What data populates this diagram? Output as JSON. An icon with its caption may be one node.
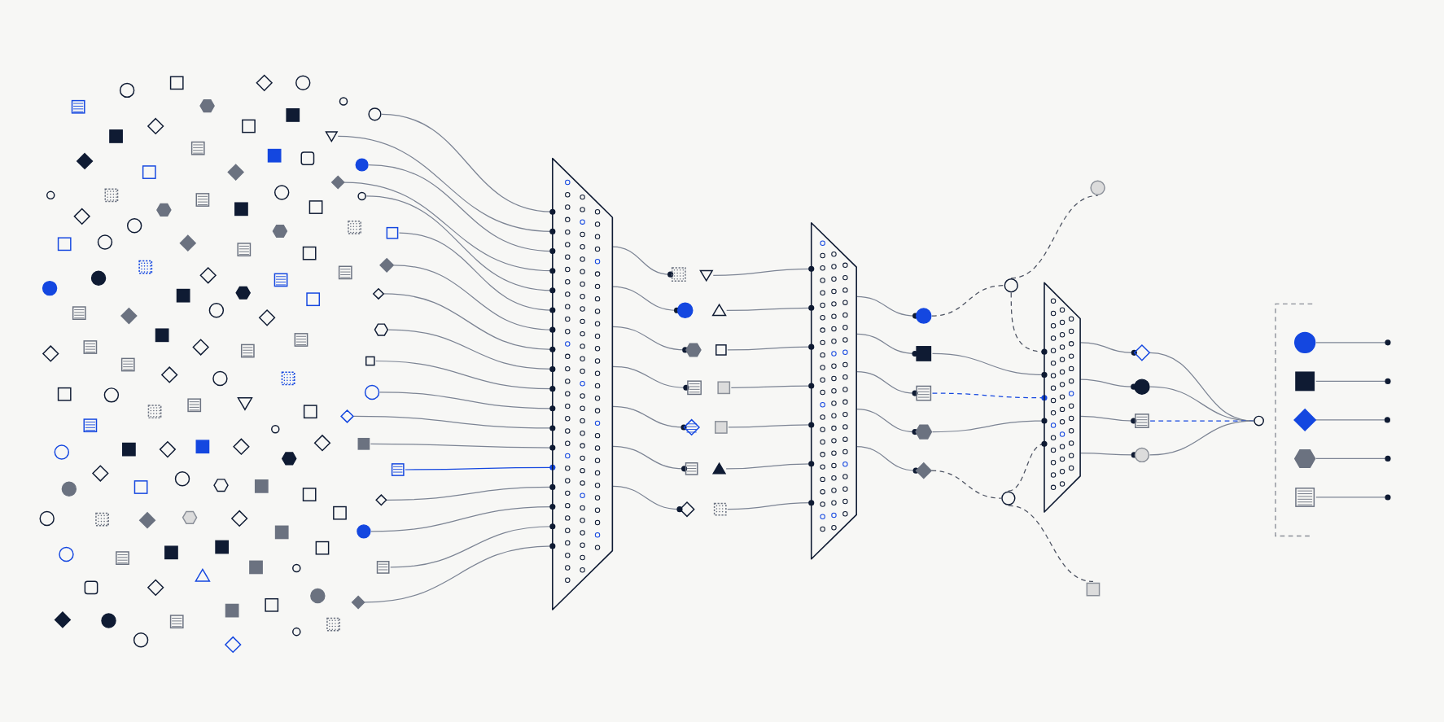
{
  "diagram": {
    "nodes": [
      {
        "text": [],
        "shape": "trapezoid"
      },
      {
        "text": [],
        "shape": "trapezoid"
      },
      {
        "text": [],
        "shape": "trapezoid"
      },
      {
        "text": [],
        "shape": "circle"
      },
      {
        "text": [],
        "shape": "triangle"
      },
      {
        "text": [],
        "shape": "circle"
      },
      {
        "text": [],
        "shape": "diamond"
      },
      {
        "text": [],
        "shape": "circle"
      },
      {
        "text": [],
        "shape": "box"
      },
      {
        "text": [],
        "shape": "diamond"
      },
      {
        "text": [],
        "shape": "diamond"
      },
      {
        "text": [],
        "shape": "hexagon"
      },
      {
        "text": [],
        "shape": "box"
      },
      {
        "text": [],
        "shape": "circle"
      },
      {
        "text": [],
        "shape": "diamond"
      },
      {
        "text": [],
        "shape": "box"
      },
      {
        "text": [],
        "shape": "box"
      },
      {
        "text": [],
        "shape": "diamond"
      },
      {
        "text": [],
        "shape": "circle"
      },
      {
        "text": [],
        "shape": "box"
      },
      {
        "text": [],
        "shape": "diamond"
      },
      {
        "text": [],
        "shape": "box"
      },
      {
        "text": [],
        "shape": "triangle"
      },
      {
        "text": [],
        "shape": "circle"
      },
      {
        "text": [],
        "shape": "triangle"
      },
      {
        "text": [],
        "shape": "hexagon"
      },
      {
        "text": [],
        "shape": "box"
      },
      {
        "text": [],
        "shape": "box"
      },
      {
        "text": [],
        "shape": "box"
      },
      {
        "text": [],
        "shape": "diamond"
      },
      {
        "text": [],
        "shape": "box"
      },
      {
        "text": [],
        "shape": "box"
      },
      {
        "text": [],
        "shape": "triangle"
      },
      {
        "text": [],
        "shape": "diamond"
      },
      {
        "text": [],
        "shape": "box"
      },
      {
        "text": [],
        "shape": "circle"
      },
      {
        "text": [],
        "shape": "box"
      },
      {
        "text": [],
        "shape": "box"
      },
      {
        "text": [],
        "shape": "hexagon"
      },
      {
        "text": [],
        "shape": "diamond"
      },
      {
        "text": [],
        "shape": "circle"
      },
      {
        "text": [],
        "shape": "circle"
      },
      {
        "text": [],
        "shape": "circle"
      },
      {
        "text": [],
        "shape": "box"
      },
      {
        "text": [],
        "shape": "diamond"
      },
      {
        "text": [],
        "shape": "circle"
      },
      {
        "text": [],
        "shape": "box"
      },
      {
        "text": [],
        "shape": "circle"
      },
      {
        "text": [],
        "shape": "circle"
      },
      {
        "text": [],
        "shape": "bracket"
      },
      {
        "text": [],
        "shape": "circle",
        "in": 49
      },
      {
        "text": [],
        "shape": "box",
        "in": 49
      },
      {
        "text": [],
        "shape": "diamond",
        "in": 49
      },
      {
        "text": [],
        "shape": "hexagon",
        "in": 49
      },
      {
        "text": [],
        "shape": "box",
        "in": 49
      }
    ],
    "edges": [
      {
        "from": 3,
        "to": 0,
        "arrow": "other"
      },
      {
        "from": 4,
        "to": 0,
        "arrow": "other"
      },
      {
        "from": 5,
        "to": 0,
        "arrow": "other"
      },
      {
        "from": 6,
        "to": 0,
        "arrow": "other"
      },
      {
        "from": 7,
        "to": 0,
        "arrow": "other"
      },
      {
        "from": 8,
        "to": 0,
        "arrow": "other"
      },
      {
        "from": 9,
        "to": 0,
        "arrow": "other"
      },
      {
        "from": 10,
        "to": 0,
        "arrow": "other"
      },
      {
        "from": 11,
        "to": 0,
        "arrow": "other"
      },
      {
        "from": 12,
        "to": 0,
        "arrow": "other"
      },
      {
        "from": 13,
        "to": 0,
        "arrow": "other"
      },
      {
        "from": 14,
        "to": 0,
        "arrow": "other"
      },
      {
        "from": 15,
        "to": 0,
        "arrow": "other"
      },
      {
        "from": 16,
        "to": 0,
        "arrow": "other",
        "color": "#1447e0"
      },
      {
        "from": 17,
        "to": 0,
        "arrow": "other"
      },
      {
        "from": 18,
        "to": 0,
        "arrow": "other"
      },
      {
        "from": 19,
        "to": 0,
        "arrow": "other"
      },
      {
        "from": 20,
        "to": 0,
        "arrow": "other"
      },
      {
        "from": 0,
        "to": 21,
        "arrow": "other"
      },
      {
        "from": 0,
        "to": 23,
        "arrow": "other"
      },
      {
        "from": 0,
        "to": 25,
        "arrow": "other"
      },
      {
        "from": 0,
        "to": 27,
        "arrow": "other"
      },
      {
        "from": 0,
        "to": 29,
        "arrow": "other"
      },
      {
        "from": 0,
        "to": 31,
        "arrow": "other"
      },
      {
        "from": 0,
        "to": 33,
        "arrow": "other"
      },
      {
        "from": 22,
        "to": 1,
        "arrow": "other"
      },
      {
        "from": 24,
        "to": 1,
        "arrow": "other"
      },
      {
        "from": 26,
        "to": 1,
        "arrow": "other"
      },
      {
        "from": 28,
        "to": 1,
        "arrow": "other"
      },
      {
        "from": 30,
        "to": 1,
        "arrow": "other"
      },
      {
        "from": 32,
        "to": 1,
        "arrow": "other"
      },
      {
        "from": 34,
        "to": 1,
        "arrow": "other"
      },
      {
        "from": 1,
        "to": 35,
        "arrow": "other"
      },
      {
        "from": 1,
        "to": 36,
        "arrow": "other"
      },
      {
        "from": 1,
        "to": 37,
        "arrow": "other"
      },
      {
        "from": 1,
        "to": 38,
        "arrow": "other"
      },
      {
        "from": 1,
        "to": 39,
        "arrow": "other"
      },
      {
        "from": 35,
        "to": 40,
        "arrow": "none",
        "style": "dashed"
      },
      {
        "from": 40,
        "to": 42,
        "arrow": "none",
        "style": "dashed"
      },
      {
        "from": 40,
        "to": 2,
        "arrow": "other",
        "style": "dashed"
      },
      {
        "from": 36,
        "to": 2,
        "arrow": "other"
      },
      {
        "from": 37,
        "to": 2,
        "arrow": "other",
        "style": "dashed",
        "color": "#1447e0"
      },
      {
        "from": 38,
        "to": 2,
        "arrow": "other"
      },
      {
        "from": 39,
        "to": 41,
        "arrow": "none",
        "style": "dashed"
      },
      {
        "from": 41,
        "to": 2,
        "arrow": "other",
        "style": "dashed"
      },
      {
        "from": 41,
        "to": 43,
        "arrow": "none",
        "style": "dashed"
      },
      {
        "from": 2,
        "to": 44,
        "arrow": "other"
      },
      {
        "from": 2,
        "to": 45,
        "arrow": "other"
      },
      {
        "from": 2,
        "to": 46,
        "arrow": "other"
      },
      {
        "from": 2,
        "to": 47,
        "arrow": "other"
      },
      {
        "from": 44,
        "to": 48,
        "arrow": "none"
      },
      {
        "from": 45,
        "to": 48,
        "arrow": "none"
      },
      {
        "from": 46,
        "to": 48,
        "arrow": "none",
        "style": "dashed",
        "color": "#1447e0"
      },
      {
        "from": 47,
        "to": 48,
        "arrow": "none"
      },
      {
        "from": 50,
        "to": null,
        "arrow": "other"
      },
      {
        "from": 51,
        "to": null,
        "arrow": "other"
      },
      {
        "from": 52,
        "to": null,
        "arrow": "other"
      },
      {
        "from": 53,
        "to": null,
        "arrow": "other"
      },
      {
        "from": 54,
        "to": null,
        "arrow": "other"
      }
    ]
  }
}
